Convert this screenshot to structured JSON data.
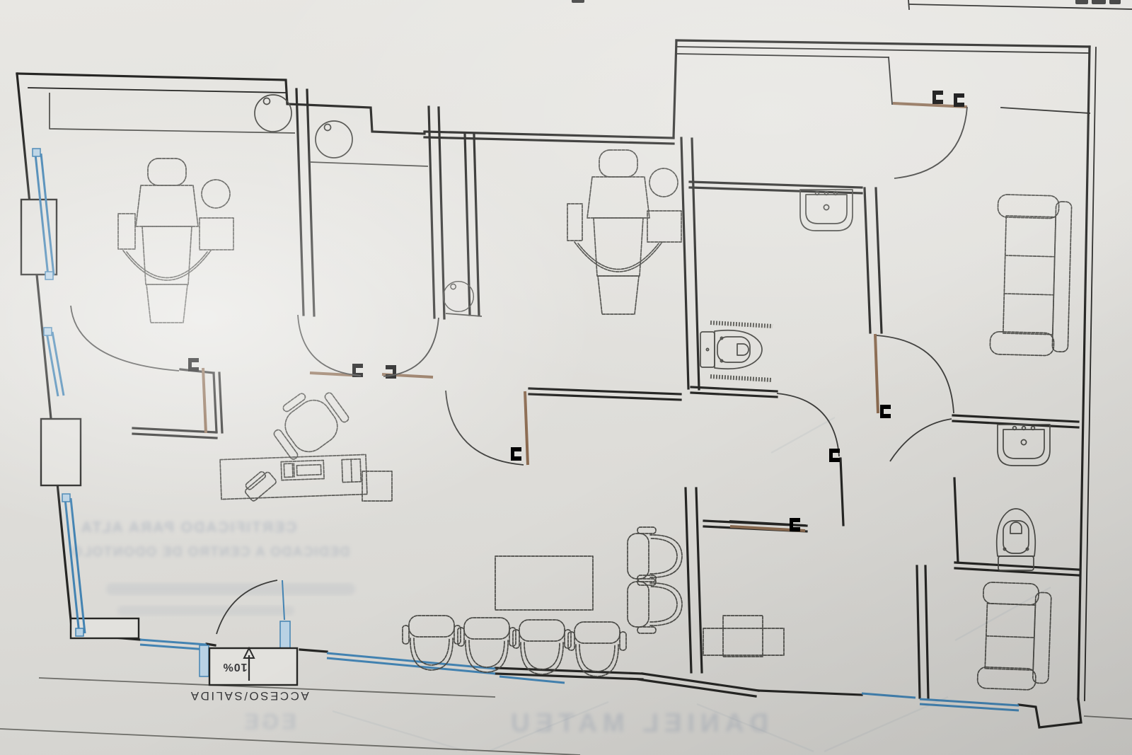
{
  "photo": {
    "description": "Photographed architectural floor plan of a dental clinic on paper",
    "orientation": "plan printed upside-down relative to camera; entrance labels read rotated 180 degrees"
  },
  "plan": {
    "entrance_label": "ACCESO/SALIDA",
    "ramp_label": "10%"
  },
  "bleedthrough": {
    "line1": "CERTIFICADO PARA ALTA",
    "line2": "DEDICADO A CENTRO DE ODONTOLO",
    "name": "DANIEL MATEU",
    "fragment": "EGE"
  },
  "fixtures": {
    "dental_chairs": 2,
    "round_counter_sinks": 3,
    "wall_basins": 2,
    "toilets": 2,
    "sofas": [
      "three-seat sofa",
      "two-seat sofa"
    ],
    "waiting_chairs": 6,
    "reception": [
      "desk",
      "office chair",
      "phone",
      "keyboard",
      "computer tower",
      "printer table"
    ],
    "other": [
      "coffee table",
      "x-ray unit",
      "access ramp",
      "accessible grab bars"
    ]
  },
  "colors": {
    "wall": "#262624",
    "furniture": "#4a4a46",
    "window": "#4383b2",
    "window-light": "#b9d2e4",
    "door": "#8a6a50",
    "paper": "#e2e1dd",
    "bleed": "#8c99ae"
  }
}
